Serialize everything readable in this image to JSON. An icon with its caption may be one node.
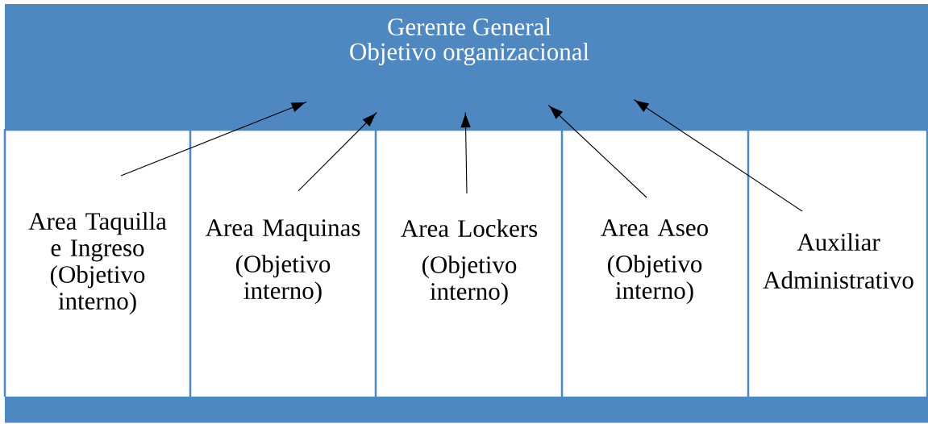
{
  "diagram": {
    "nodes": [
      {
        "text": [
          "Gerente General",
          "Objetivo organizacional"
        ]
      },
      {
        "text": [
          "Area Taquilla e Ingreso",
          "(Objetivo interno)"
        ]
      },
      {
        "text": [
          "Area Maquinas",
          "(Objetivo interno)"
        ]
      },
      {
        "text": [
          "Area Lockers",
          "(Objetivo interno)"
        ]
      },
      {
        "text": [
          "Area Aseo",
          "(Objetivo interno)"
        ]
      },
      {
        "text": [
          "Auxiliar Administrativo"
        ]
      },
      {
        "text": [],
        "shape": "bar"
      }
    ],
    "edges": [
      {
        "from": 1,
        "to": 0,
        "arrow": "to"
      },
      {
        "from": 2,
        "to": 0,
        "arrow": "to"
      },
      {
        "from": 3,
        "to": 0,
        "arrow": "to"
      },
      {
        "from": 4,
        "to": 0,
        "arrow": "to"
      },
      {
        "from": 5,
        "to": 0,
        "arrow": "to"
      }
    ]
  }
}
